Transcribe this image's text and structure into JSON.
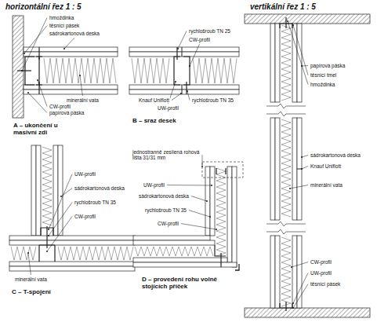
{
  "diagram": {
    "labels": [
      "horizontální řez 1 : 5",
      "vertikální řez 1 : 5",
      "hmoždinka",
      "těsnící pásek",
      "sádrokartonová deska",
      "minerální vata",
      "CW-profil",
      "papírová páska",
      "A – ukončení u masivní zdi",
      "rychlošroub TN 25",
      "CW-profil",
      "Knauf Uniflott",
      "rychlošroub TN 35",
      "UW-profil",
      "B – sraz desek",
      "UW-profil",
      "sádrokartonová deska",
      "rychlošroub TN 35",
      "CW-profil",
      "minerální vata",
      "C – T-spojení",
      "jednostranně zesílená rohová lišta 31/31 mm",
      "UW-profil",
      "sádrokartonová deska",
      "rychlošroub TN 35",
      "CW-profil",
      "D – provedení rohu volně stojících příček",
      "papírová páska",
      "těsnící tmel",
      "hmoždinka",
      "sádrokartonová deska",
      "Knauf Uniflott",
      "minerální vata",
      "CW-profil",
      "UW-profil",
      "těsnící pásek"
    ]
  }
}
